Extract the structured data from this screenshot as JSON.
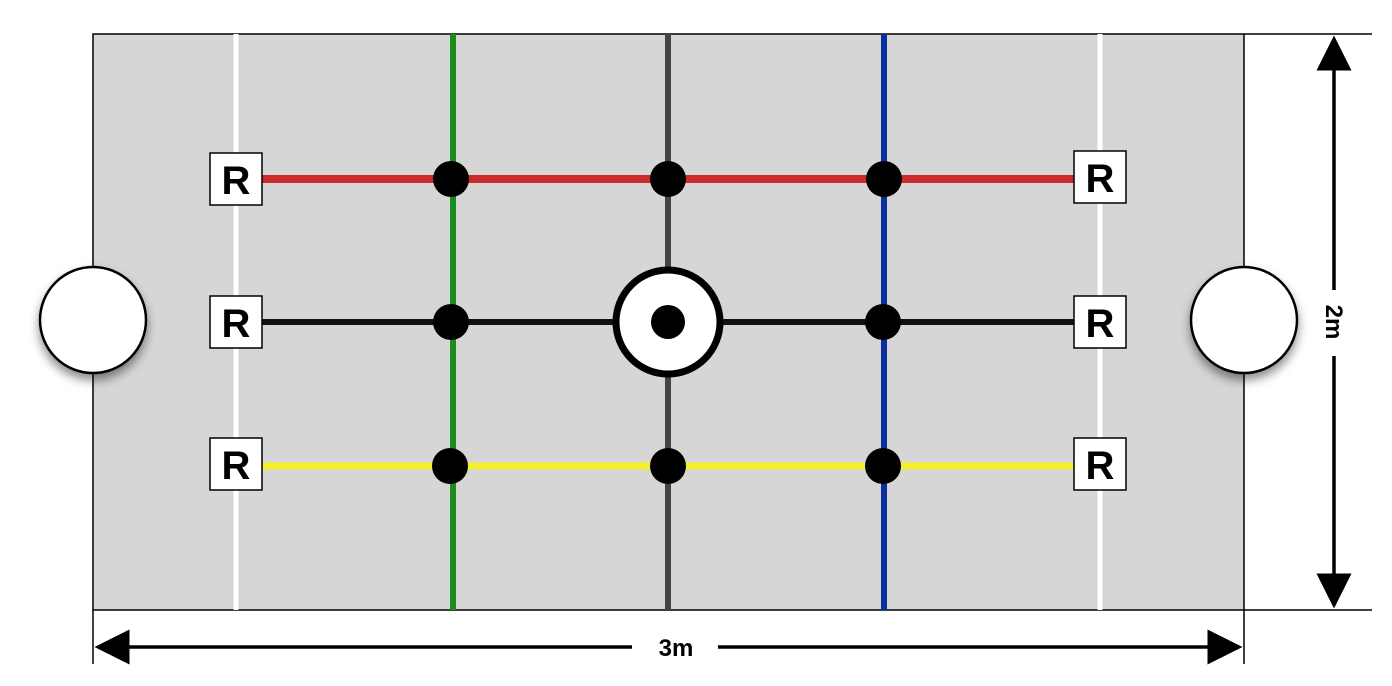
{
  "diagram": {
    "field_color": "#d6d6d6",
    "vertical_lines": [
      {
        "name": "white-line-left",
        "color": "#ffffff"
      },
      {
        "name": "green-line",
        "color": "#1a8c1a"
      },
      {
        "name": "gray-line",
        "color": "#444444"
      },
      {
        "name": "blue-line",
        "color": "#0c2fa0"
      },
      {
        "name": "white-line-right",
        "color": "#ffffff"
      }
    ],
    "horizontal_lines": [
      {
        "name": "red-line",
        "color": "#cc2b2b"
      },
      {
        "name": "black-line",
        "color": "#111111"
      },
      {
        "name": "yellow-line",
        "color": "#f5ee2a"
      }
    ],
    "marker_label": "R",
    "width_label": "3m",
    "height_label": "2m"
  }
}
